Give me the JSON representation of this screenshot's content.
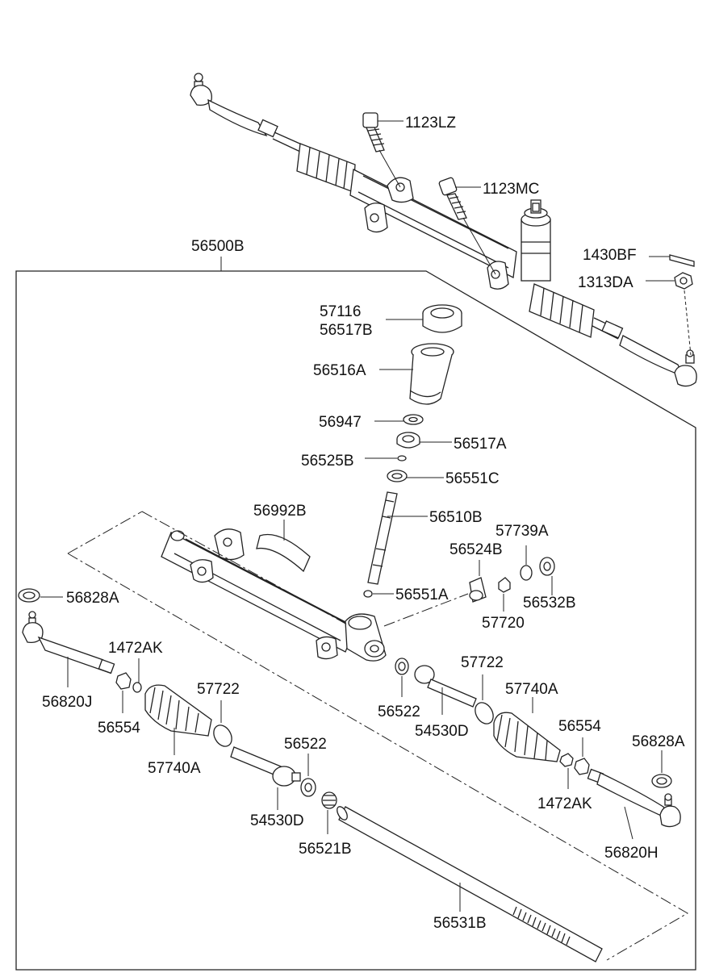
{
  "labels": {
    "l1123LZ": "1123LZ",
    "l1123MC": "1123MC",
    "l56500B": "56500B",
    "l1430BF": "1430BF",
    "l1313DA": "1313DA",
    "l57116": "57116",
    "l56517B": "56517B",
    "l56516A": "56516A",
    "l56947": "56947",
    "l56517A": "56517A",
    "l56525B": "56525B",
    "l56551C": "56551C",
    "l56992B": "56992B",
    "l56510B": "56510B",
    "l57739A": "57739A",
    "l56524B": "56524B",
    "l56828A_left": "56828A",
    "l56551A": "56551A",
    "l56532B": "56532B",
    "l57720": "57720",
    "l1472AK_left": "1472AK",
    "l57722_right": "57722",
    "l56820J": "56820J",
    "l57722_left": "57722",
    "l56522_right": "56522",
    "l57740A_right": "57740A",
    "l56554_left": "56554",
    "l54530D_right": "54530D",
    "l56554_right": "56554",
    "l56828A_right": "56828A",
    "l57740A_left": "57740A",
    "l56522_left": "56522",
    "l1472AK_right": "1472AK",
    "l54530D_left": "54530D",
    "l56521B": "56521B",
    "l56820H": "56820H",
    "l56531B": "56531B"
  }
}
